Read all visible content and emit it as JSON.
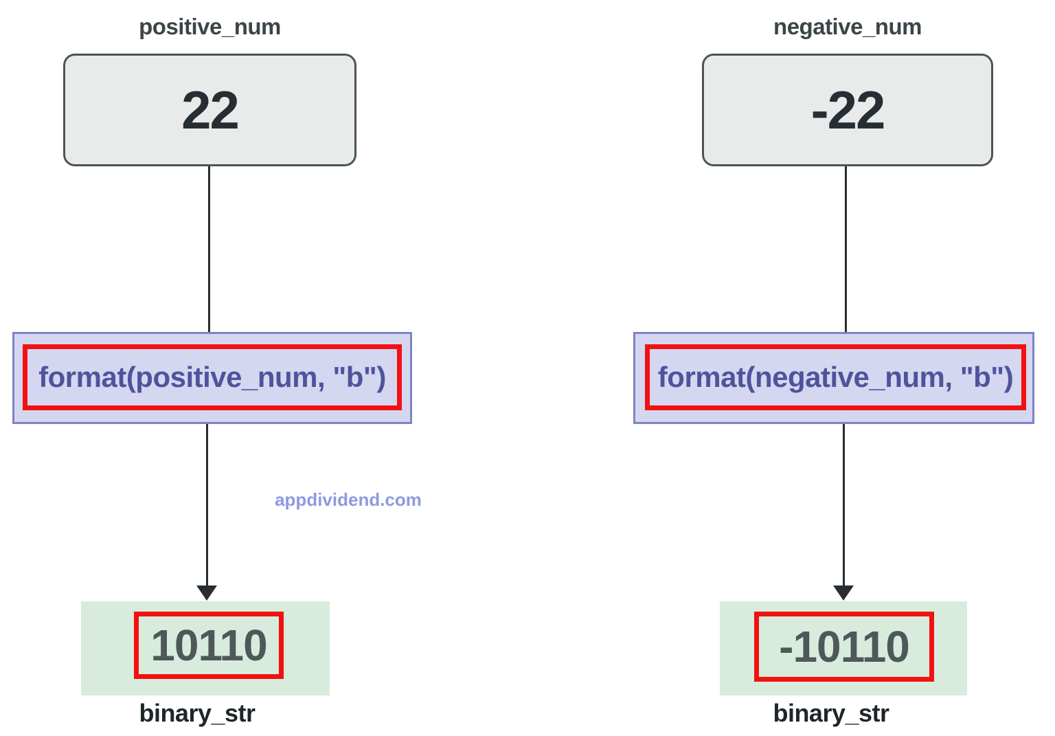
{
  "diagram": {
    "title_meaning": "Python format() to binary string conversion flow",
    "watermark": "appdividend.com",
    "columns": [
      {
        "id": "positive",
        "var_label": "positive_num",
        "value": "22",
        "function_call": "format(positive_num, \"b\")",
        "result": "10110",
        "result_label": "binary_str"
      },
      {
        "id": "negative",
        "var_label": "negative_num",
        "value": "-22",
        "function_call": "format(negative_num, \"b\")",
        "result": "-10110",
        "result_label": "binary_str"
      }
    ],
    "colors": {
      "value_box_bg": "#e9ebeb",
      "value_box_border": "#4a5456",
      "function_box_bg": "#d4d7ef",
      "function_box_border": "#7e83c4",
      "function_text": "#4f539d",
      "highlight_red": "#f11111",
      "result_box_bg": "#d7ecdd",
      "result_text": "#4d5858",
      "arrow": "#272d30",
      "watermark": "#8f99e2"
    }
  }
}
